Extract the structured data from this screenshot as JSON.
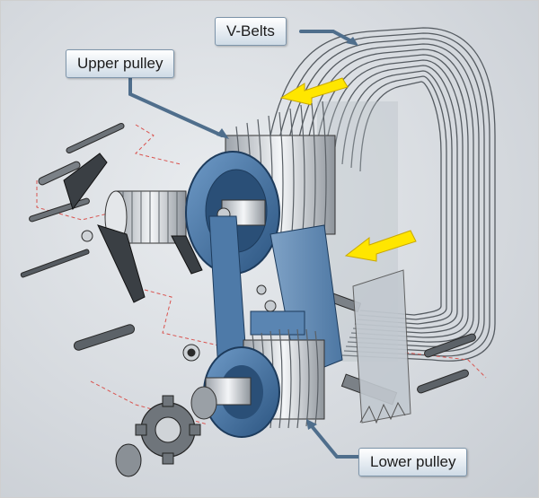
{
  "labels": {
    "v_belts": "V-Belts",
    "upper_pulley": "Upper pulley",
    "lower_pulley": "Lower pulley"
  },
  "colors": {
    "background": "#d8dce0",
    "label_fill": "#dbe5ee",
    "leader_line": "#4f6e8c",
    "pulley_blue": "#3c6a9c",
    "belt_metal": "#9aa0a6",
    "arrow": "#ffe600",
    "dashed_line": "#d9534f"
  }
}
